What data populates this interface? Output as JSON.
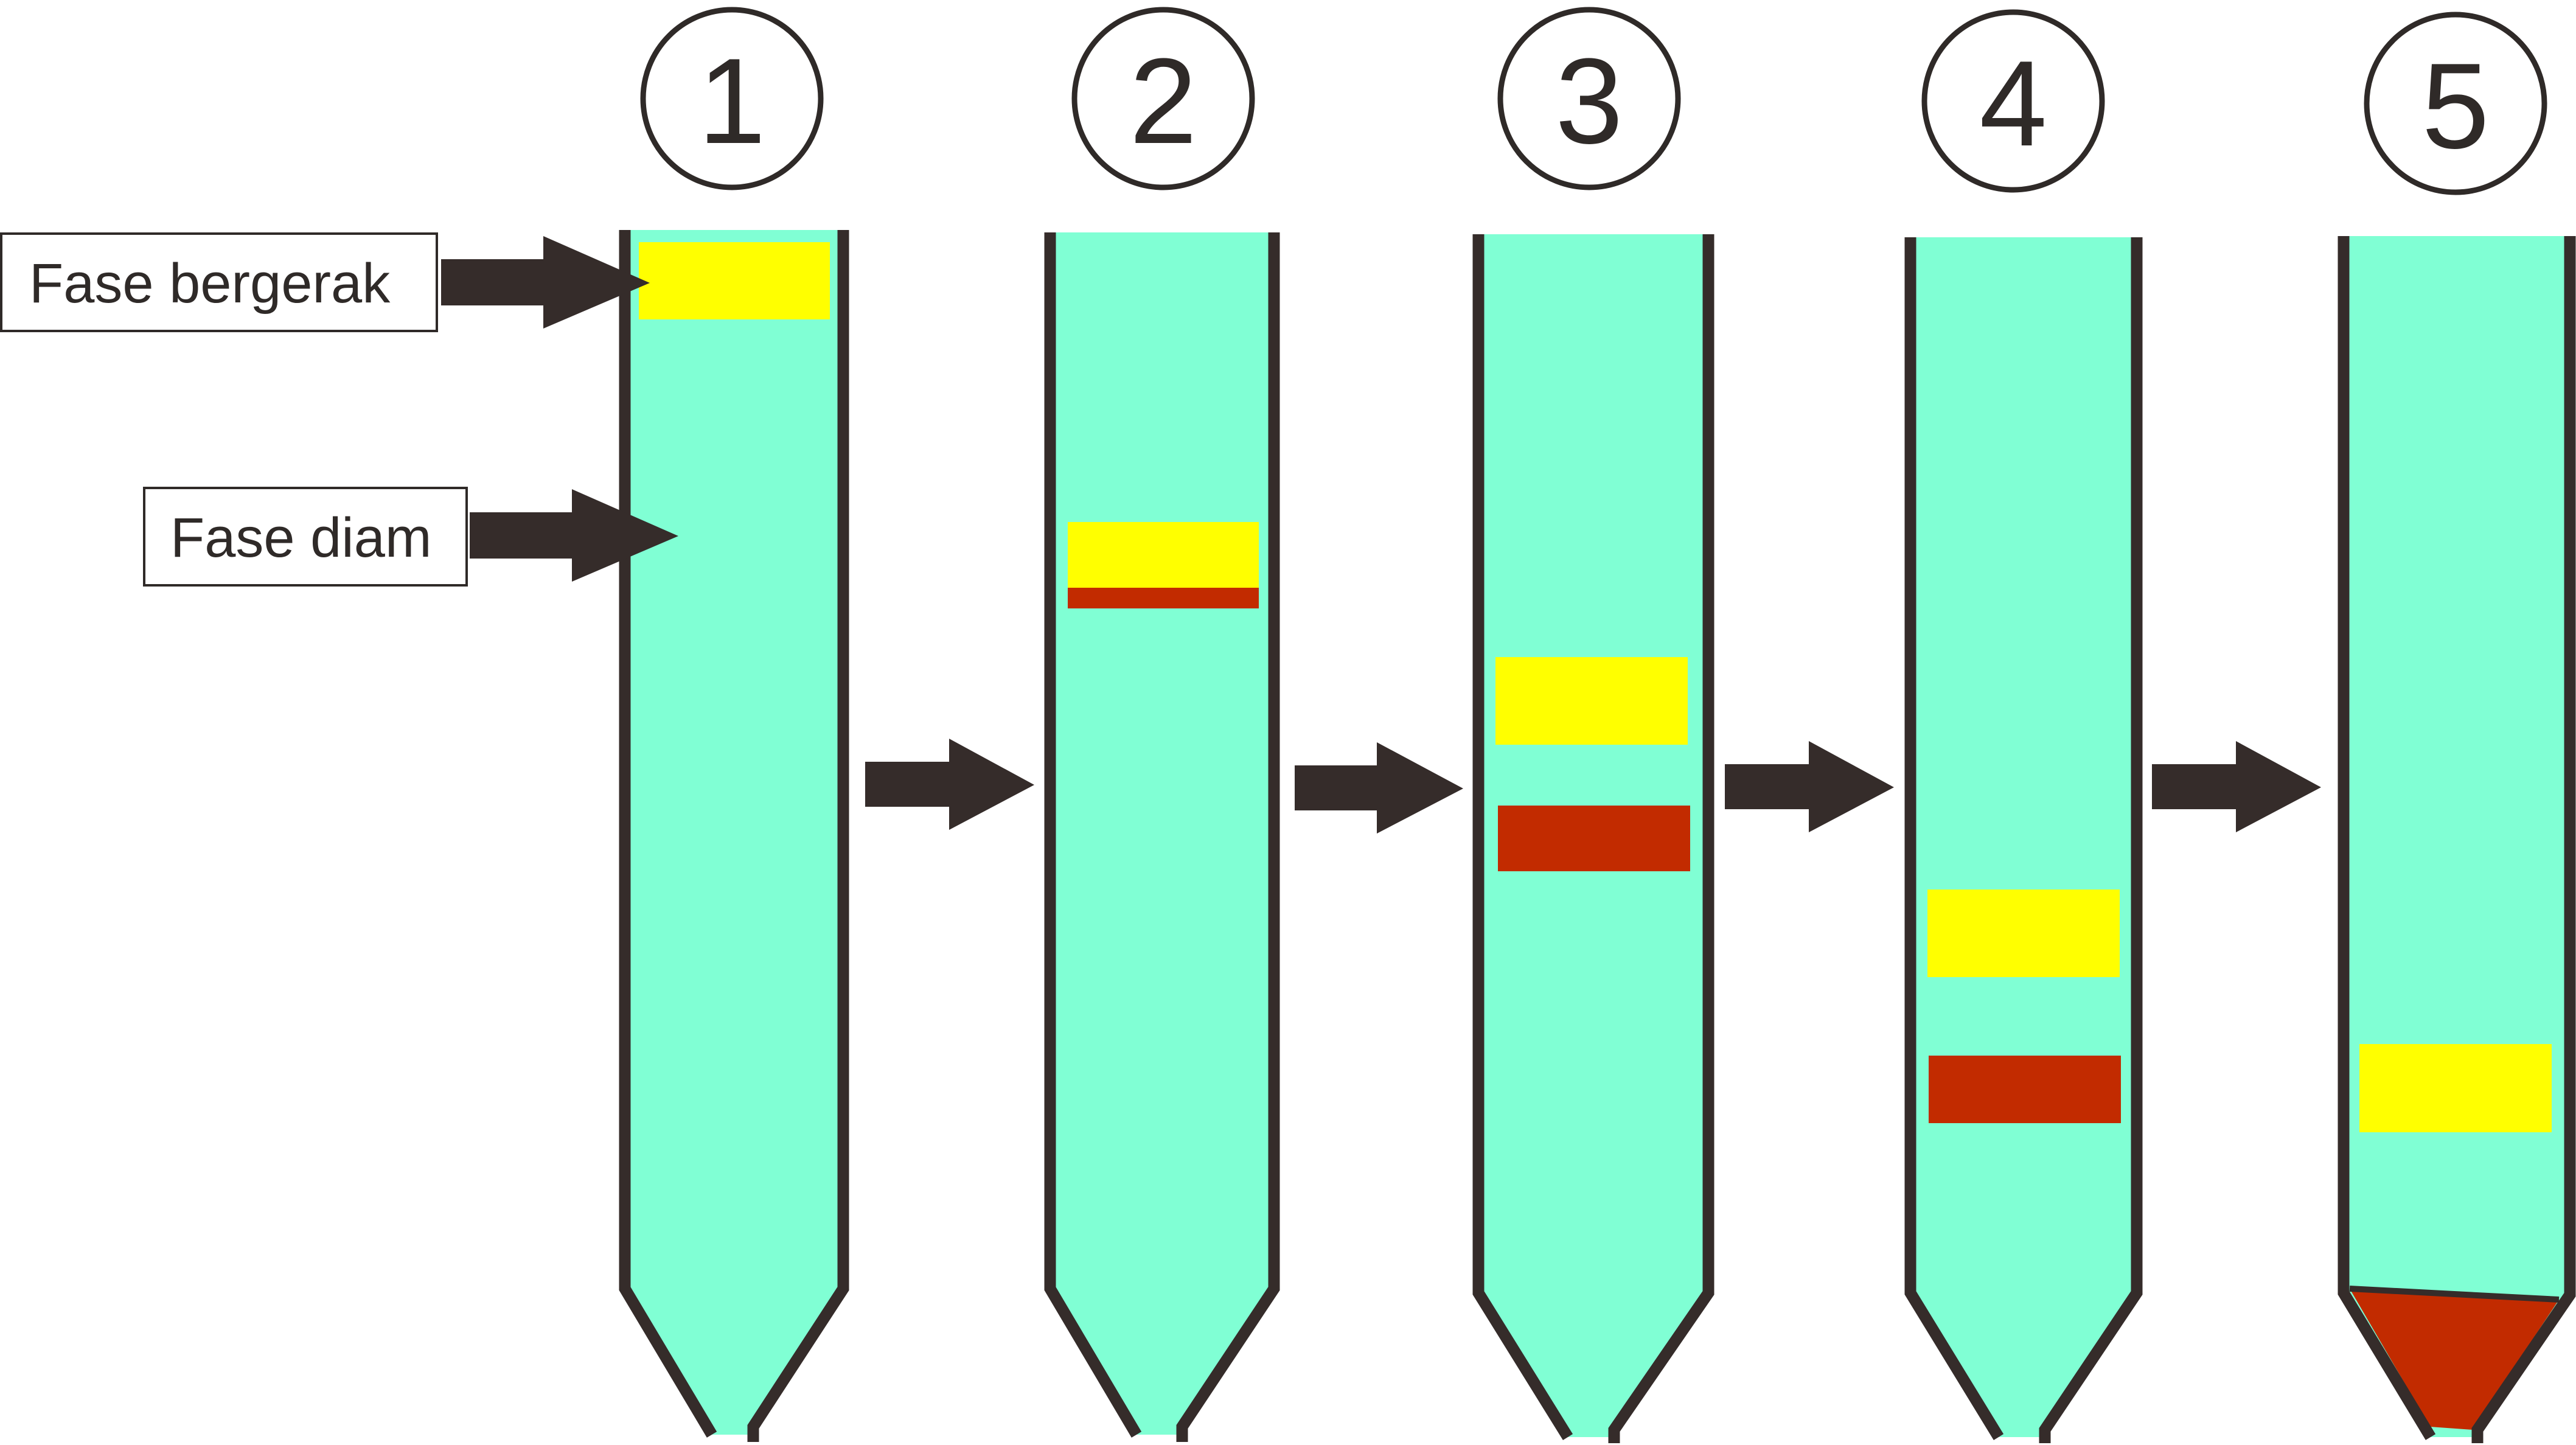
{
  "labels": {
    "mobile_phase": "Fase bergerak",
    "stationary_phase": "Fase diam"
  },
  "steps": [
    {
      "number": "1",
      "bands": [
        {
          "color": "yellow"
        }
      ],
      "collected": null
    },
    {
      "number": "2",
      "bands": [
        {
          "color": "yellow"
        },
        {
          "color": "red"
        }
      ],
      "collected": null
    },
    {
      "number": "3",
      "bands": [
        {
          "color": "yellow"
        },
        {
          "color": "red"
        }
      ],
      "collected": null
    },
    {
      "number": "4",
      "bands": [
        {
          "color": "yellow"
        },
        {
          "color": "red"
        }
      ],
      "collected": null
    },
    {
      "number": "5",
      "bands": [
        {
          "color": "yellow"
        }
      ],
      "collected": "red"
    }
  ],
  "colors": {
    "column_fill": "#80ffd4",
    "column_wall": "#352c2a",
    "band_yellow": "#ffff00",
    "band_red": "#c22b00",
    "arrow": "#352c2a",
    "text": "#2f2a28"
  }
}
